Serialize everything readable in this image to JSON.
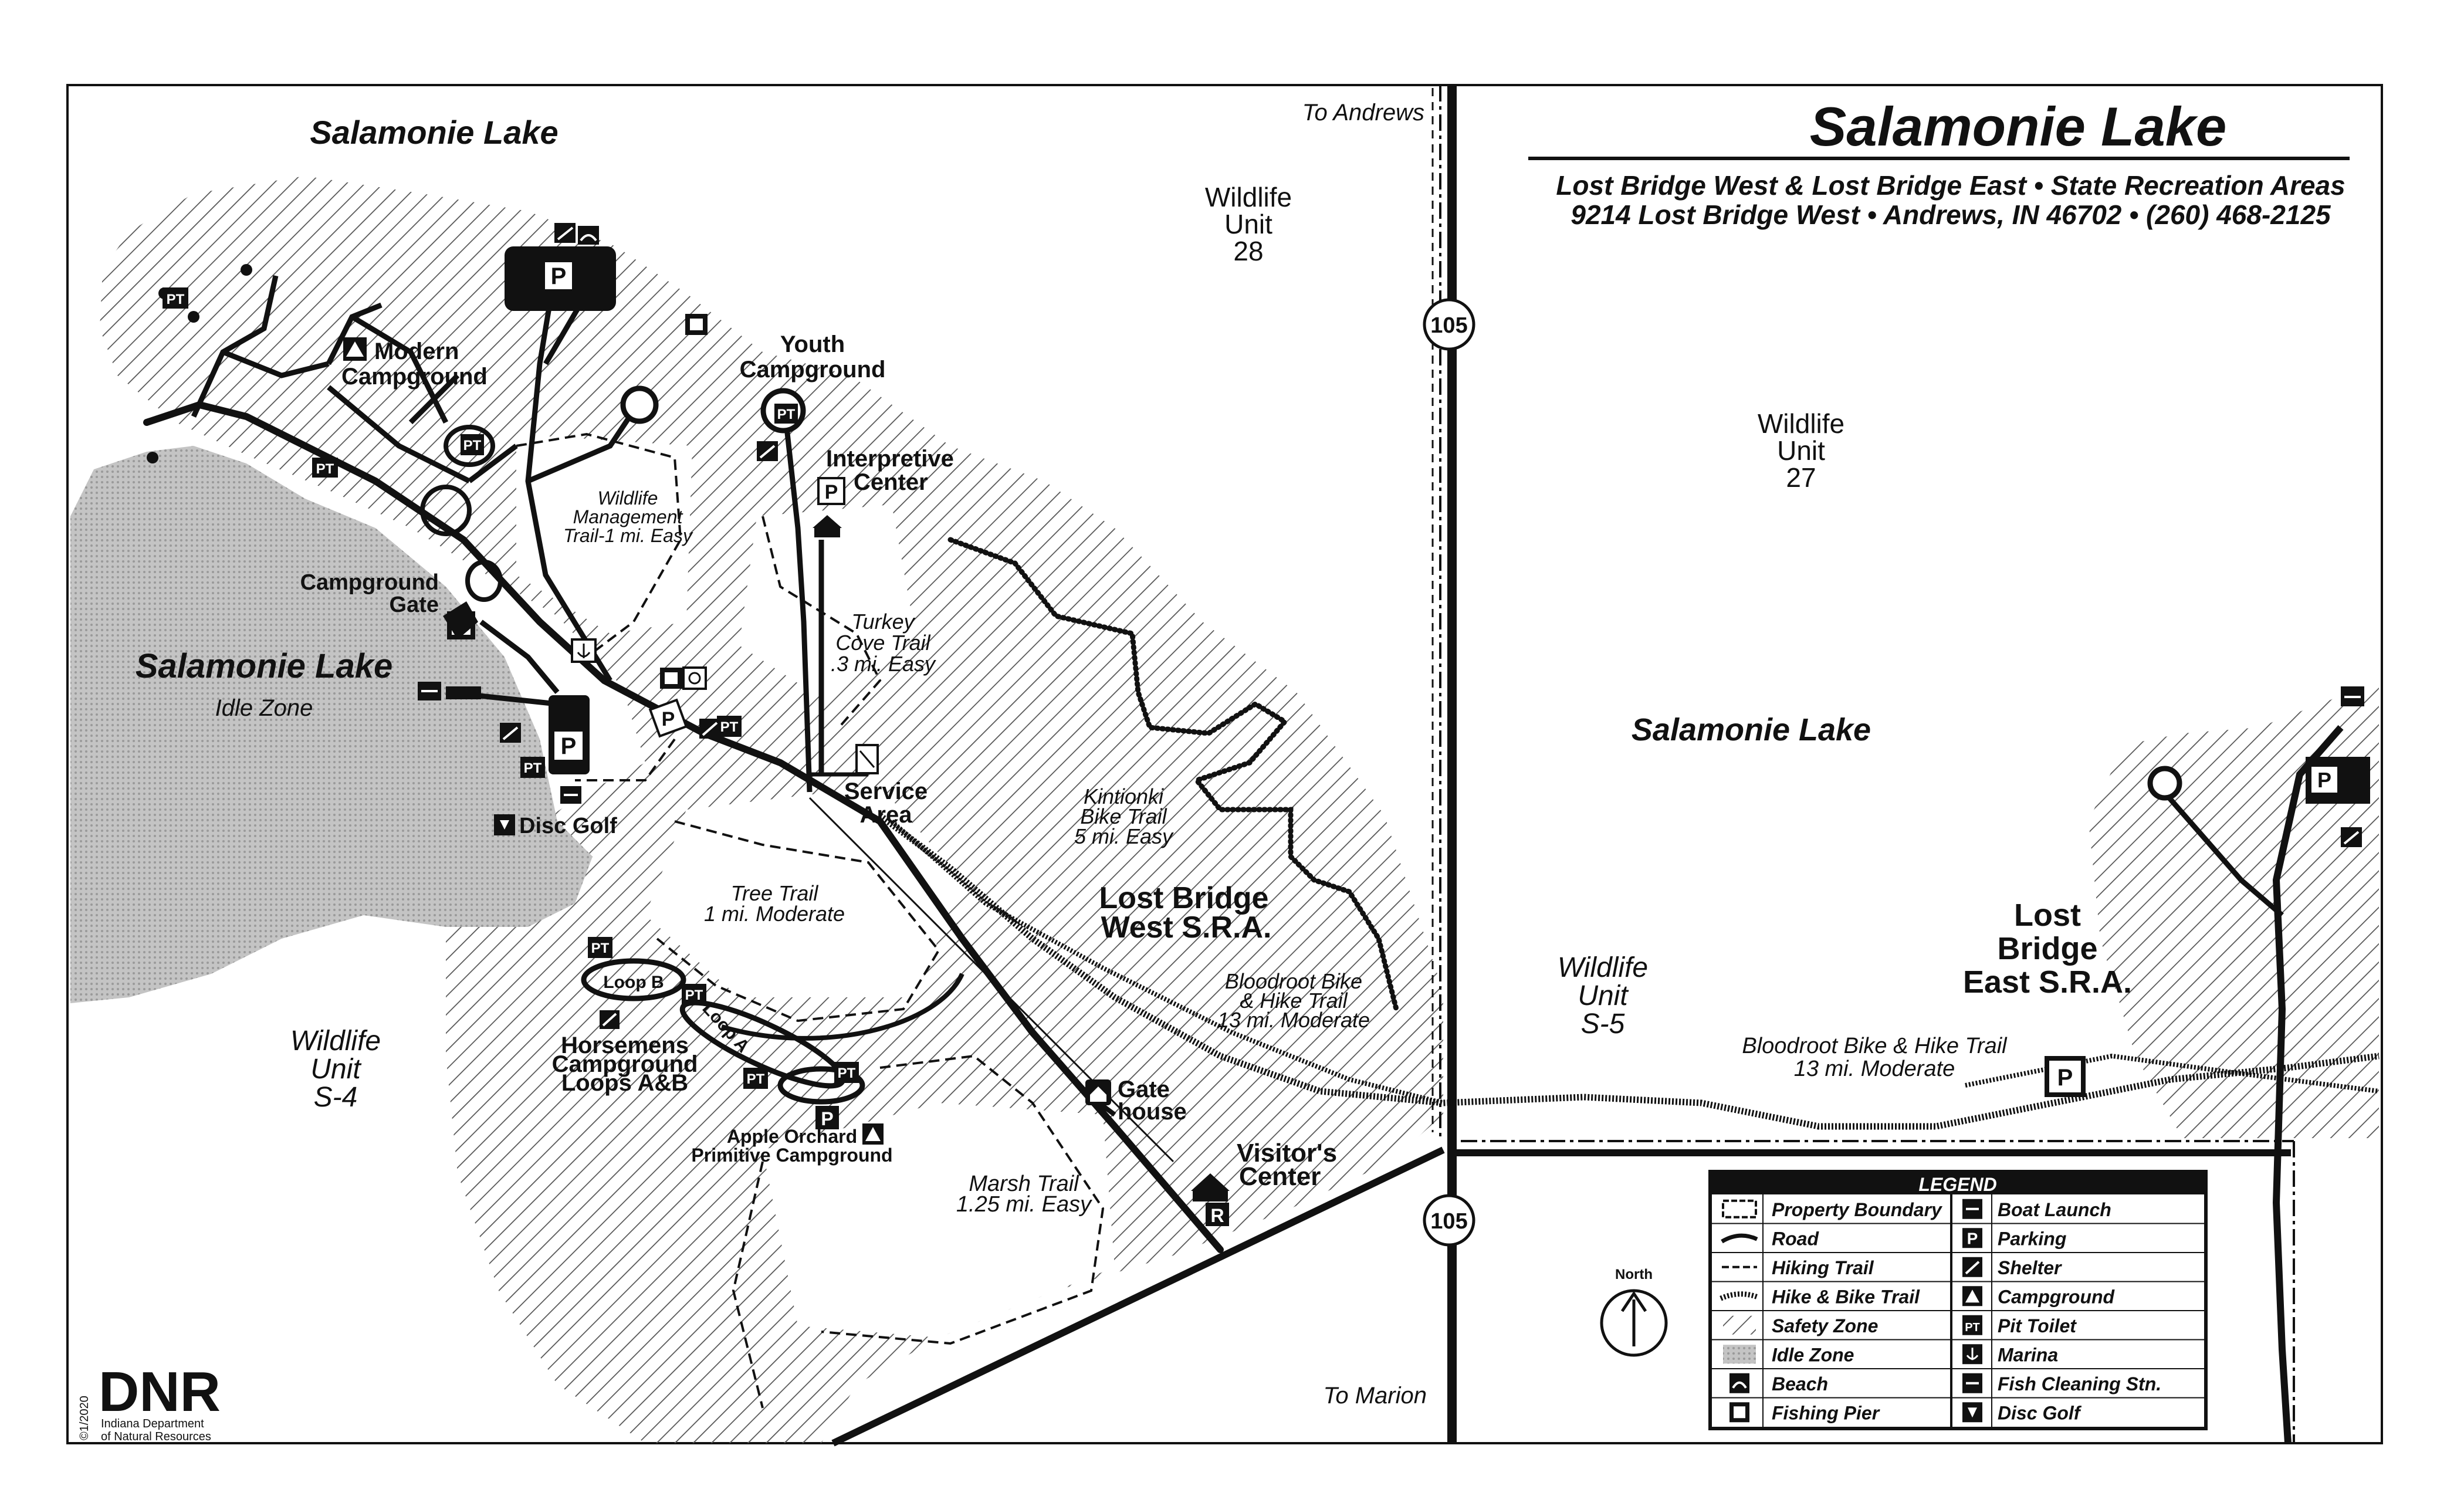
{
  "header": {
    "title": "Salamonie Lake",
    "subtitle_1": "Lost Bridge West & Lost Bridge East • State Recreation Areas",
    "subtitle_2": "9214 Lost Bridge West • Andrews, IN 46702 • (260) 468-2125"
  },
  "directions": {
    "to_andrews": "To Andrews",
    "to_marion": "To Marion"
  },
  "route": "105",
  "labels": {
    "lake_top": "Salamonie Lake",
    "lake_idle": "Salamonie Lake",
    "idle_zone": "Idle Zone",
    "lake_east": "Salamonie Lake",
    "wildlife_28": [
      "Wildlife",
      "Unit",
      "28"
    ],
    "wildlife_27": [
      "Wildlife",
      "Unit",
      "27"
    ],
    "wildlife_s4": [
      "Wildlife",
      "Unit",
      "S-4"
    ],
    "wildlife_s5": [
      "Wildlife",
      "Unit",
      "S-5"
    ],
    "modern_campground": [
      "Modern",
      "Campground"
    ],
    "youth_campground": [
      "Youth",
      "Campground"
    ],
    "interpretive_center": [
      "Interpretive",
      "Center"
    ],
    "campground_gate": [
      "Campground",
      "Gate"
    ],
    "service_area": [
      "Service",
      "Area"
    ],
    "disc_golf": "Disc Golf",
    "gate_house": [
      "Gate",
      "house"
    ],
    "visitors_center": [
      "Visitor's",
      "Center"
    ],
    "horsemens": [
      "Horsemens",
      "Campground",
      "Loops A&B"
    ],
    "loop_a": "Loop A",
    "loop_b": "Loop B",
    "apple_orchard": [
      "Apple Orchard",
      "Primitive Campground"
    ],
    "lbw": [
      "Lost Bridge",
      "West S.R.A."
    ],
    "lbe": [
      "Lost",
      "Bridge",
      "East S.R.A."
    ]
  },
  "trails": {
    "wildlife_mgmt": [
      "Wildlife",
      "Management",
      "Trail-1 mi. Easy"
    ],
    "turkey_cove": [
      "Turkey",
      "Cove Trail",
      ".3 mi. Easy"
    ],
    "kintionki": [
      "Kintionki",
      "Bike Trail",
      "5 mi. Easy"
    ],
    "tree_trail": [
      "Tree Trail",
      "1 mi. Moderate"
    ],
    "bloodroot_west": [
      "Bloodroot Bike",
      "& Hike Trail",
      "13 mi. Moderate"
    ],
    "bloodroot_east": [
      "Bloodroot Bike & Hike Trail",
      "13 mi. Moderate"
    ],
    "marsh_trail": [
      "Marsh Trail",
      "1.25 mi. Easy"
    ]
  },
  "symbols": {
    "parking": "P",
    "pit_toilet": "PT",
    "route_shield": "105"
  },
  "legend": {
    "title": "LEGEND",
    "left": [
      "Property Boundary",
      "Road",
      "Hiking Trail",
      "Hike & Bike Trail",
      "Safety Zone",
      "Idle Zone",
      "Beach",
      "Fishing Pier"
    ],
    "right": [
      "Boat Launch",
      "Parking",
      "Shelter",
      "Campground",
      "Pit Toilet",
      "Marina",
      "Fish Cleaning Stn.",
      "Disc Golf"
    ]
  },
  "north": "North",
  "logo": {
    "text": "DNR",
    "line1": "Indiana Department",
    "line2": "of Natural Resources",
    "copyright": "©1/2020"
  },
  "colors": {
    "ink": "#111111",
    "idle_zone": "#b8b8b8",
    "hatch": "#555555",
    "paper": "#ffffff"
  }
}
